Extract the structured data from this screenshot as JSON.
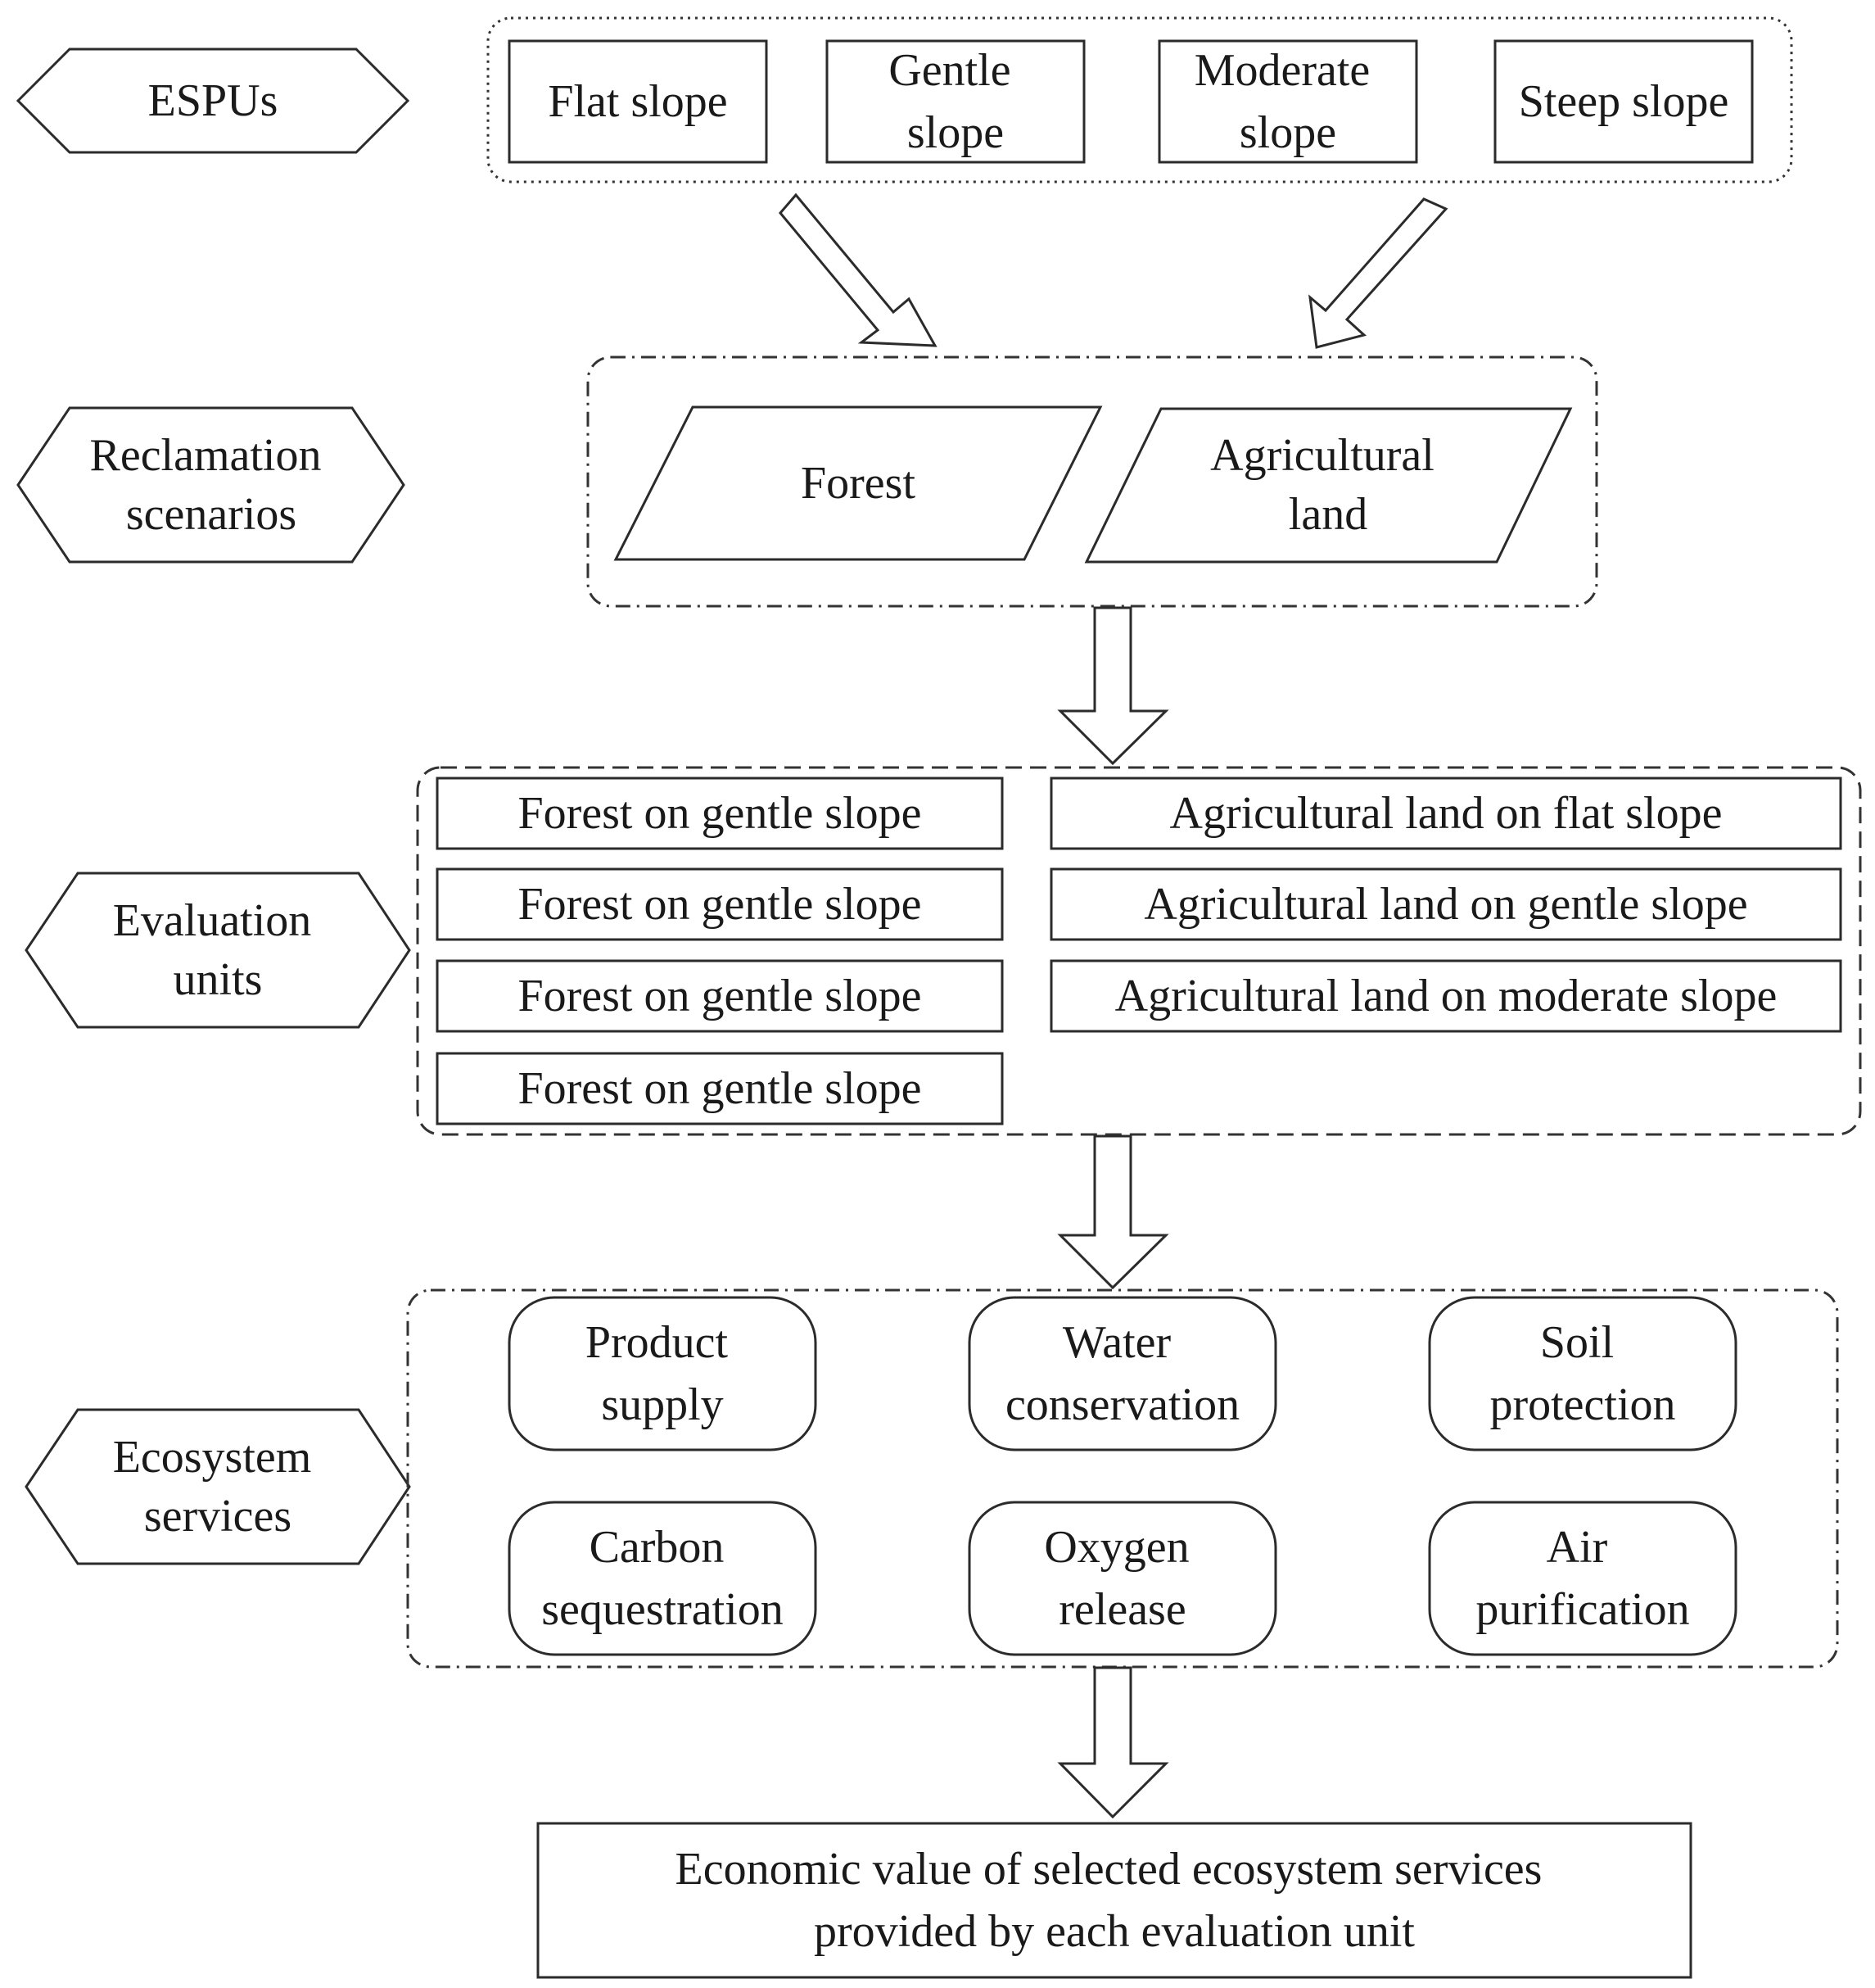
{
  "stages": {
    "espus": [
      "ESPUs"
    ],
    "reclamation": [
      "Reclamation",
      "scenarios"
    ],
    "evaluation": [
      "Evaluation",
      "units"
    ],
    "ecosystem": [
      "Ecosystem",
      "services"
    ]
  },
  "slopes": [
    [
      "Flat slope"
    ],
    [
      "Gentle",
      "slope"
    ],
    [
      "Moderate",
      "slope"
    ],
    [
      "Steep slope"
    ]
  ],
  "scenarios": [
    [
      "Forest"
    ],
    [
      "Agricultural",
      "land"
    ]
  ],
  "forest_units": [
    "Forest on gentle slope",
    "Forest on gentle slope",
    "Forest on gentle slope",
    "Forest on gentle slope"
  ],
  "agri_units": [
    "Agricultural land on flat slope",
    "Agricultural land on gentle slope",
    "Agricultural land on moderate slope"
  ],
  "services": [
    [
      "Product",
      "supply"
    ],
    [
      "Water",
      "conservation"
    ],
    [
      "Soil",
      "protection"
    ],
    [
      "Carbon",
      "sequestration"
    ],
    [
      "Oxygen",
      "release"
    ],
    [
      "Air",
      "purification"
    ]
  ],
  "result": [
    "Economic value of selected ecosystem services",
    "provided by each evaluation unit"
  ]
}
